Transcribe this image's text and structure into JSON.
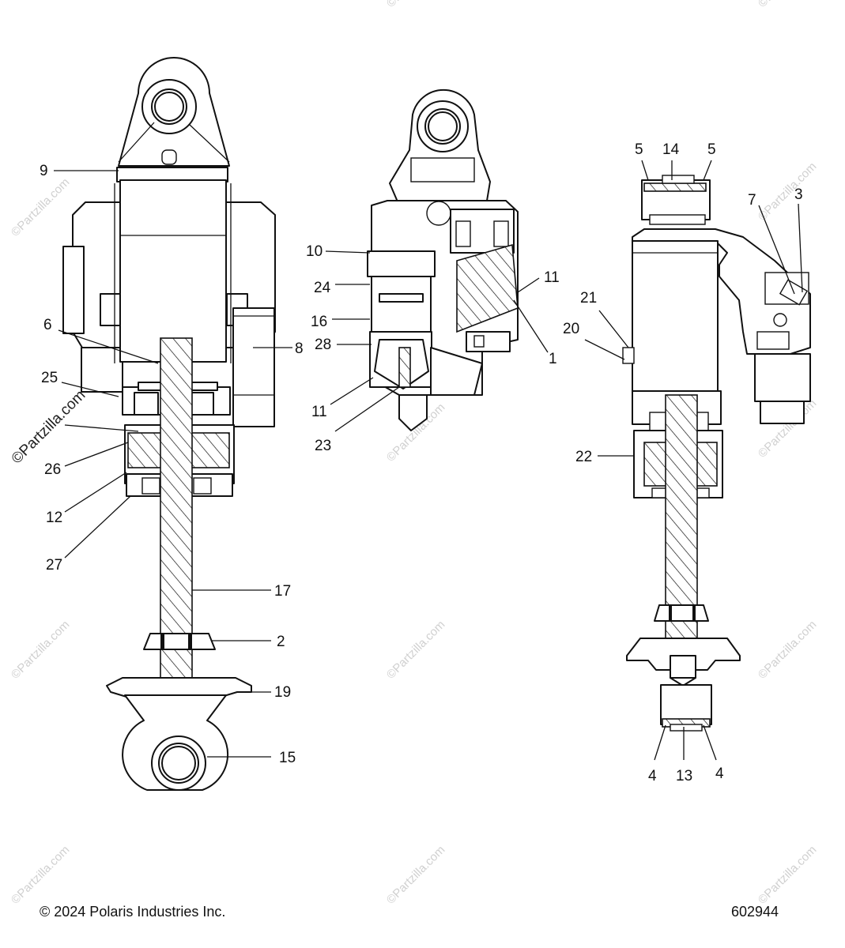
{
  "callouts": {
    "c1": "1",
    "c2": "2",
    "c3": "3",
    "c4a": "4",
    "c4b": "4",
    "c5a": "5",
    "c5b": "5",
    "c6": "6",
    "c7": "7",
    "c8": "8",
    "c9": "9",
    "c10": "10",
    "c11a": "11",
    "c11b": "11",
    "c12": "12",
    "c13": "13",
    "c14": "14",
    "c15": "15",
    "c16": "16",
    "c17": "17",
    "c19": "19",
    "c20": "20",
    "c21": "21",
    "c22": "22",
    "c23": "23",
    "c24": "24",
    "c25": "25",
    "c26": "26",
    "c27": "27",
    "c28": "28"
  },
  "footer": {
    "copyright": "© 2024 Polaris Industries Inc.",
    "diagram_number": "602944"
  },
  "watermark": {
    "text": "©Partzilla.com",
    "text_short": "©Partzilla.com"
  }
}
